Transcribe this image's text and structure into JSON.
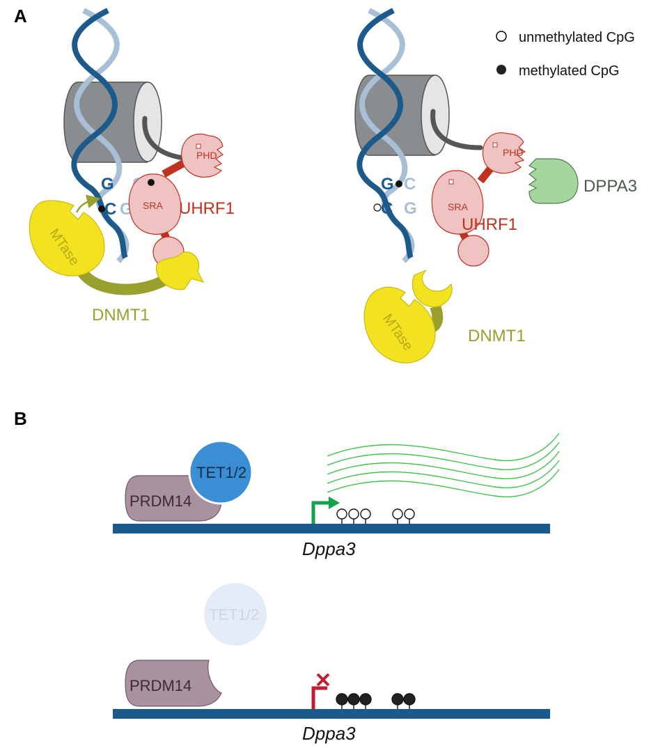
{
  "panel_a": {
    "letter": "A",
    "legend": {
      "unmethylated": "unmethylated CpG",
      "methylated": "methylated CpG"
    },
    "left": {
      "uhrf1": "UHRF1",
      "phd": "PHD",
      "sra": "SRA",
      "mtase": "MTase",
      "dnmt1": "DNMT1",
      "base_g": "G",
      "base_c_top": "C",
      "base_c": "C",
      "base_g_bottom": "G"
    },
    "right": {
      "uhrf1": "UHRF1",
      "phd": "PHD",
      "sra": "SRA",
      "dppa3": "DPPA3",
      "mtase": "MTase",
      "dnmt1": "DNMT1",
      "base_g": "G",
      "base_c_top": "C",
      "base_c": "C",
      "base_g_bottom": "G"
    }
  },
  "panel_b": {
    "letter": "B",
    "top": {
      "prdm14": "PRDM14",
      "tet": "TET1/2",
      "gene": "Dppa3"
    },
    "bottom": {
      "prdm14": "PRDM14",
      "tet": "TET1/2",
      "gene": "Dppa3"
    }
  },
  "colors": {
    "dna_dark": "#1b5a8a",
    "dna_light": "#a8bfd6",
    "uhrf1_fill": "#f0c3c3",
    "uhrf1_text": "#c0311f",
    "dnmt1_yellow": "#f3e21f",
    "dnmt1_olive": "#99a02d",
    "dppa3_green": "#a6d6a0",
    "prdm14": "#a9919f",
    "tet": "#3a8fd4",
    "gene_line": "#1b5a8a",
    "active_arrow": "#13a34a",
    "repressed": "#c21d33"
  }
}
